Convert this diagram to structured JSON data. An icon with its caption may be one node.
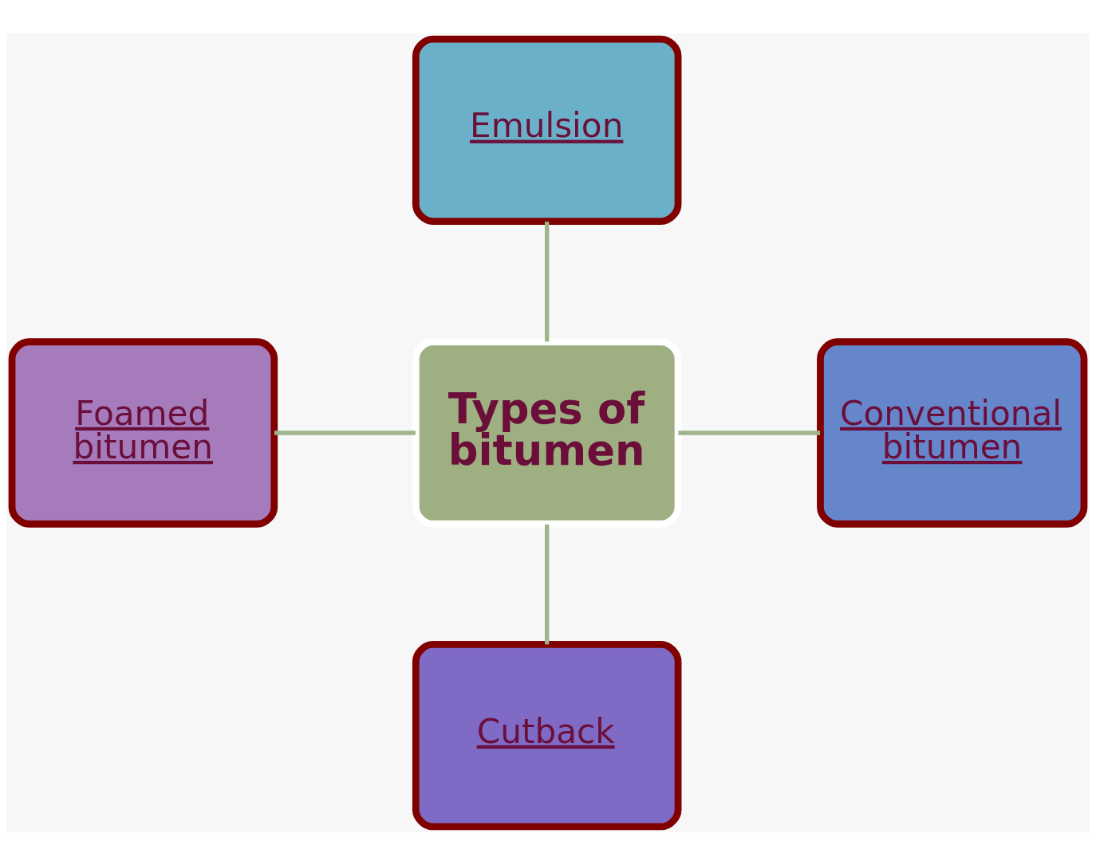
{
  "diagram": {
    "nodes": [
      {
        "text": [
          "Emulsion"
        ]
      },
      {
        "text": [
          "Foamed bitumen"
        ]
      },
      {
        "text": [
          "Types of bitumen"
        ]
      },
      {
        "text": [
          "Conventional bitumen"
        ]
      },
      {
        "text": [
          "Cutback"
        ]
      }
    ],
    "edges": [
      {
        "from": 2,
        "to": 0,
        "arrow": "none"
      },
      {
        "from": 2,
        "to": 1,
        "arrow": "none"
      },
      {
        "from": 2,
        "to": 3,
        "arrow": "none"
      },
      {
        "from": 2,
        "to": 4,
        "arrow": "none"
      }
    ]
  }
}
